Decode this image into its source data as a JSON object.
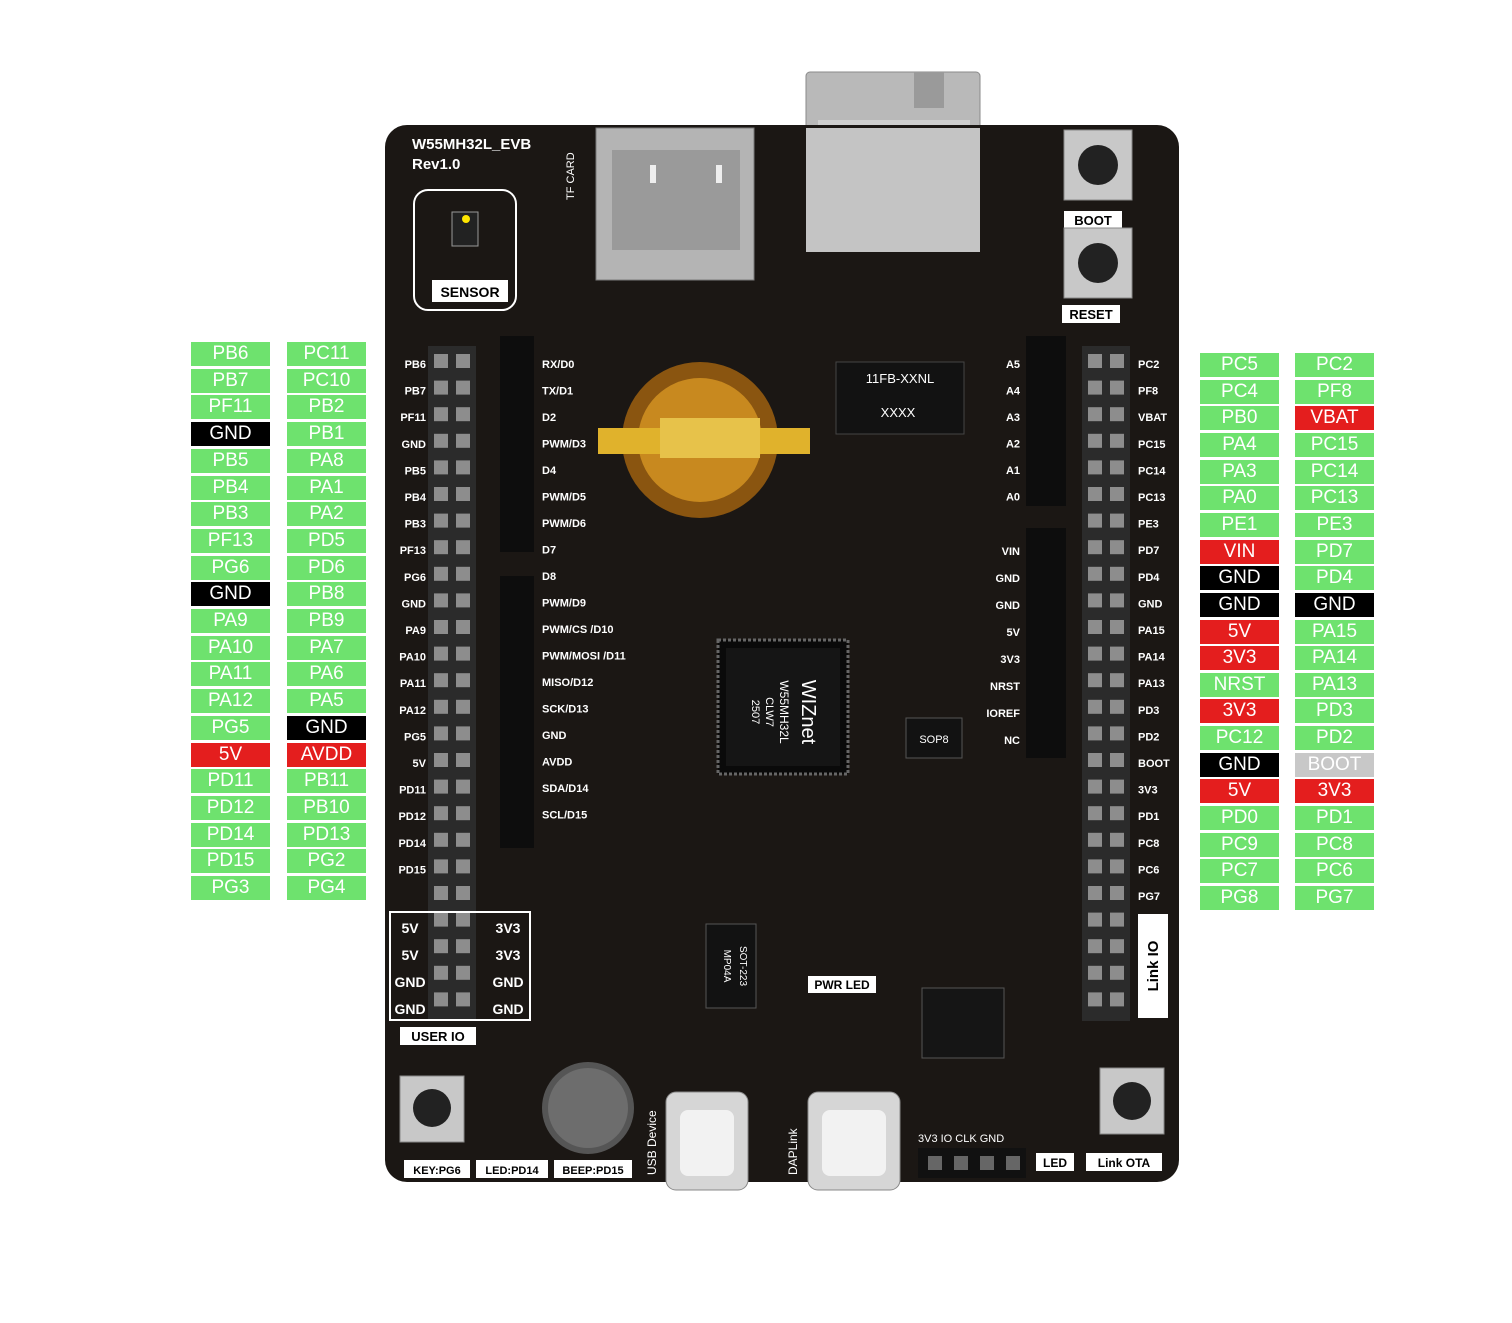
{
  "board": {
    "name": "W55MH32L_EVB",
    "rev": "Rev1.0",
    "sensor_label": "SENSOR",
    "boot_label": "BOOT",
    "reset_label": "RESET",
    "user_io_label": "USER IO",
    "pwr_led_label": "PWR LED",
    "link_io_label": "Link IO",
    "led_label": "LED",
    "link_ota_label": "Link OTA",
    "key_label": "KEY:PG6",
    "led_pd14_label": "LED:PD14",
    "beep_label": "BEEP:PD15",
    "usb_device_label": "USB Device",
    "daplink_label": "DAPLink",
    "tf_card_label": "TF CARD",
    "chip_brand": "WIZnet",
    "chip_model": "W55MH32L",
    "chip_code1": "CLW7",
    "chip_code2": "2507",
    "transformer_text1": "11FB-XXNL",
    "transformer_text2": "XXXX",
    "u5_text": "SOP8",
    "u2_text1": "SOT-223",
    "u2_text2": "MP04A",
    "p1_header": "3V3  IO  CLK  GND",
    "arduino_left": [
      "RX/D0",
      "TX/D1",
      "D2",
      "PWM/D3",
      "D4",
      "PWM/D5",
      "PWM/D6",
      "D7",
      "D8",
      "PWM/D9",
      "PWM/CS /D10",
      "PWM/MOSI /D11",
      "MISO/D12",
      "SCK/D13",
      "GND",
      "AVDD",
      "SDA/D14",
      "SCL/D15"
    ],
    "arduino_right_analog": [
      "A5",
      "A4",
      "A3",
      "A2",
      "A1",
      "A0"
    ],
    "arduino_right_power": [
      "VIN",
      "GND",
      "GND",
      "5V",
      "3V3",
      "NRST",
      "IOREF",
      "NC"
    ],
    "p4_silk": [
      "PB6",
      "PB7",
      "PF11",
      "GND",
      "PB5",
      "PB4",
      "PB3",
      "PF13",
      "PG6",
      "GND",
      "PA9",
      "PA10",
      "PA11",
      "PA12",
      "PG5",
      "5V",
      "PD11",
      "PD12",
      "PD14",
      "PD15"
    ],
    "p5_silk": [
      "PC2",
      "PF8",
      "VBAT",
      "PC15",
      "PC14",
      "PC13",
      "PE3",
      "PD7",
      "PD4",
      "GND",
      "PA15",
      "PA14",
      "PA13",
      "PD3",
      "PD2",
      "BOOT",
      "3V3",
      "PD1",
      "PC8",
      "PC6",
      "PG7"
    ],
    "power_block": [
      [
        "5V",
        "3V3"
      ],
      [
        "5V",
        "3V3"
      ],
      [
        "GND",
        "GND"
      ],
      [
        "GND",
        "GND"
      ]
    ]
  },
  "left_pins": {
    "col1": [
      "PB6",
      "PB7",
      "PF11",
      "GND",
      "PB5",
      "PB4",
      "PB3",
      "PF13",
      "PG6",
      "GND",
      "PA9",
      "PA10",
      "PA11",
      "PA12",
      "PG5",
      "5V",
      "PD11",
      "PD12",
      "PD14",
      "PD15",
      "PG3"
    ],
    "col2": [
      "PC11",
      "PC10",
      "PB2",
      "PB1",
      "PA8",
      "PA1",
      "PA2",
      "PD5",
      "PD6",
      "PB8",
      "PB9",
      "PA7",
      "PA6",
      "PA5",
      "GND",
      "AVDD",
      "PB11",
      "PB10",
      "PD13",
      "PG2",
      "PG4"
    ]
  },
  "right_pins": {
    "col1": [
      "PC5",
      "PC4",
      "PB0",
      "PA4",
      "PA3",
      "PA0",
      "PE1",
      "VIN",
      "GND",
      "GND",
      "5V",
      "3V3",
      "NRST",
      "3V3",
      "PC12",
      "GND",
      "5V",
      "PD0",
      "PC9",
      "PC7",
      "PG8"
    ],
    "col2": [
      "PC2",
      "PF8",
      "VBAT",
      "PC15",
      "PC14",
      "PC13",
      "PE3",
      "PD7",
      "PD4",
      "GND",
      "PA15",
      "PA14",
      "PA13",
      "PD3",
      "PD2",
      "BOOT",
      "3V3",
      "PD1",
      "PC8",
      "PC6",
      "PG7"
    ]
  },
  "colors": {
    "io": "#6ee26e",
    "ground": "#000000",
    "power": "#e41e1e",
    "boot": "#c8c8c8",
    "pcb": "#1b1714"
  }
}
